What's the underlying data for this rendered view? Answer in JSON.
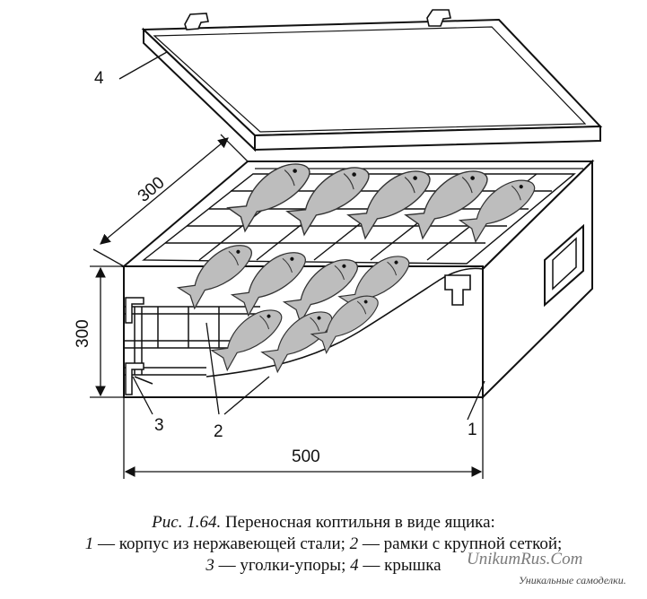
{
  "figure": {
    "labels": {
      "body": "1",
      "frames": "2",
      "corners": "3",
      "lid": "4"
    },
    "dimensions": {
      "width": "500",
      "depth": "300",
      "height": "300"
    }
  },
  "caption": {
    "fig_number": "Рис. 1.64.",
    "title": "Переносная коптильня в виде ящика:",
    "item1_num": "1",
    "item1_text": "— корпус из нержавеющей стали;",
    "item2_num": "2",
    "item2_text": "— рамки с крупной сеткой;",
    "item3_num": "3",
    "item3_text": "— уголки-упоры;",
    "item4_num": "4",
    "item4_text": "— крышка"
  },
  "watermark": {
    "site": "UnikumRus.Com",
    "tagline": "Уникальные самоделки."
  },
  "colors": {
    "ink": "#111111",
    "fish": "#bdbdbd",
    "watermark": "#7a7a7a"
  }
}
